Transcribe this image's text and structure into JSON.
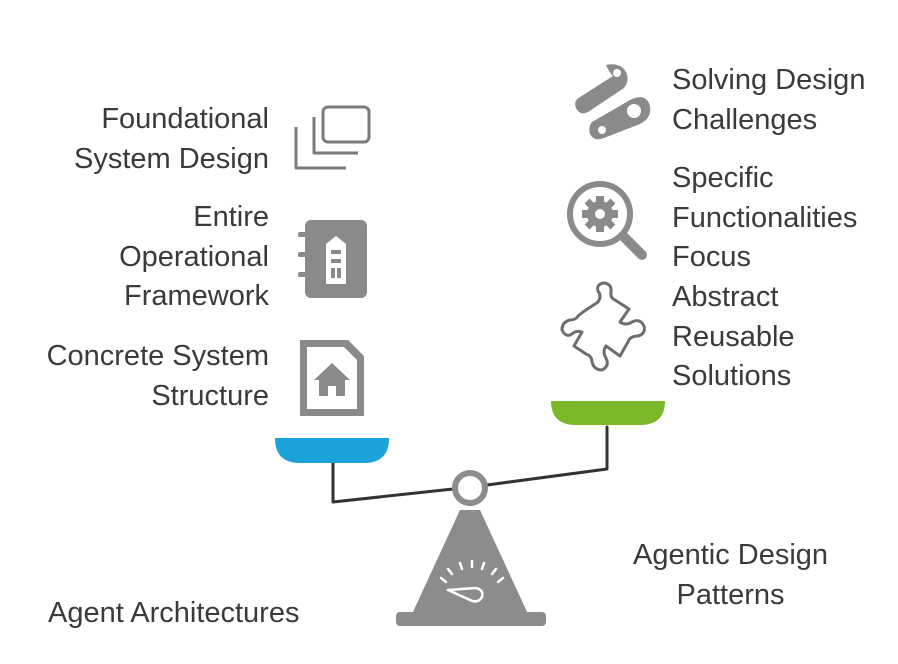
{
  "left": {
    "title": "Agent Architectures",
    "items": [
      {
        "lines": [
          "Foundational",
          "System Design"
        ],
        "icon": "stacked-windows-icon"
      },
      {
        "lines": [
          "Entire",
          "Operational",
          "Framework"
        ],
        "icon": "building-notebook-icon"
      },
      {
        "lines": [
          "Concrete System",
          "Structure"
        ],
        "icon": "home-document-icon"
      }
    ]
  },
  "right": {
    "title": [
      "Agentic Design",
      "Patterns"
    ],
    "items": [
      {
        "lines": [
          "Solving Design",
          "Challenges"
        ],
        "icon": "wrench-safety-pin-icon"
      },
      {
        "lines": [
          "Specific",
          "Functionalities",
          "Focus"
        ],
        "icon": "gear-magnifier-icon"
      },
      {
        "lines": [
          "Abstract",
          "Reusable",
          "Solutions"
        ],
        "icon": "puzzle-piece-icon"
      }
    ]
  },
  "colors": {
    "left_pan": "#1aa3d9",
    "right_pan": "#7ab829",
    "icon_gray": "#8a8a8a",
    "scale_gray": "#8c8c8c",
    "beam": "#333333"
  }
}
